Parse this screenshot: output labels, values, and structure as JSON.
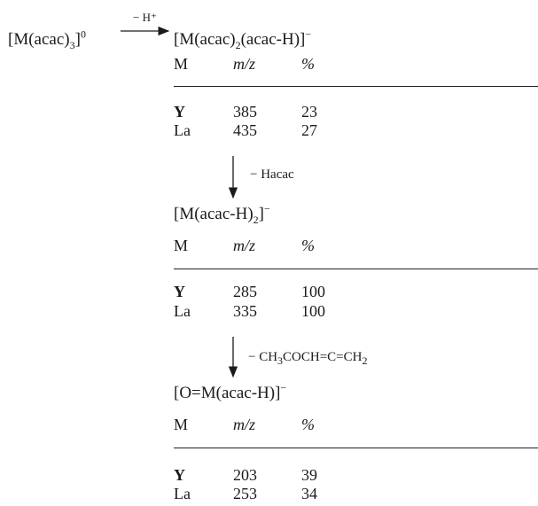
{
  "reactant": {
    "text": "[M(acac)",
    "sub": "3",
    "close": "]",
    "sup": "0"
  },
  "first_arrow_label": "− H⁺",
  "headers": {
    "m": "M",
    "mz": "m/z",
    "pct": "%"
  },
  "stages": [
    {
      "ion_parts": [
        "[M(acac)",
        "2",
        "(acac-H)]",
        "−"
      ],
      "rows": [
        {
          "m": "Y",
          "mz": "385",
          "pct": "23"
        },
        {
          "m": "La",
          "mz": "435",
          "pct": "27"
        }
      ]
    },
    {
      "ion_parts": [
        "[M(acac-H)",
        "2",
        "]",
        "−"
      ],
      "rows": [
        {
          "m": "Y",
          "mz": "285",
          "pct": "100"
        },
        {
          "m": "La",
          "mz": "335",
          "pct": "100"
        }
      ]
    },
    {
      "ion_parts": [
        "[O=M(acac-H)]",
        "",
        "",
        "−"
      ],
      "rows": [
        {
          "m": "Y",
          "mz": "203",
          "pct": "39"
        },
        {
          "m": "La",
          "mz": "253",
          "pct": "34"
        }
      ]
    }
  ],
  "loss_labels": {
    "first": "− Hacac",
    "second_parts": [
      "− CH",
      "3",
      "COCH=C=CH",
      "2"
    ]
  }
}
